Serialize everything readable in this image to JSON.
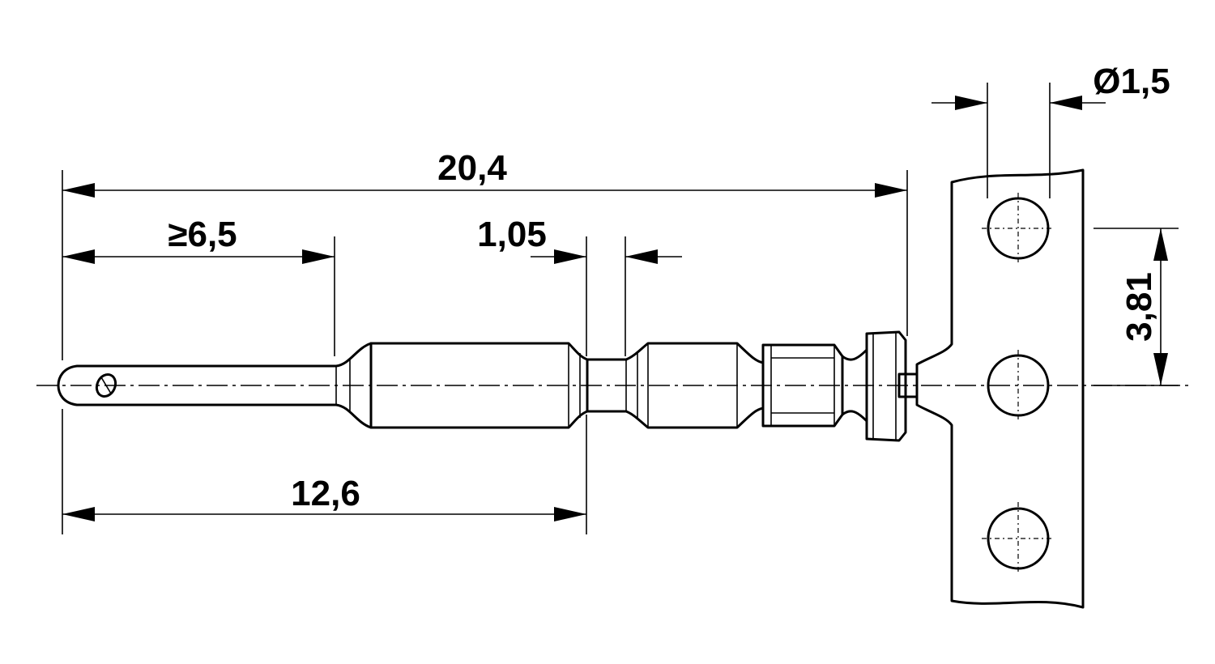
{
  "dimensions": {
    "overall_length": "20,4",
    "min_length": "≥6,5",
    "groove_width": "1,05",
    "length_to_groove": "12,6",
    "hole_diameter": "Ø1,5",
    "pitch": "3,81"
  },
  "colors": {
    "line": "#000000",
    "background": "#ffffff"
  }
}
